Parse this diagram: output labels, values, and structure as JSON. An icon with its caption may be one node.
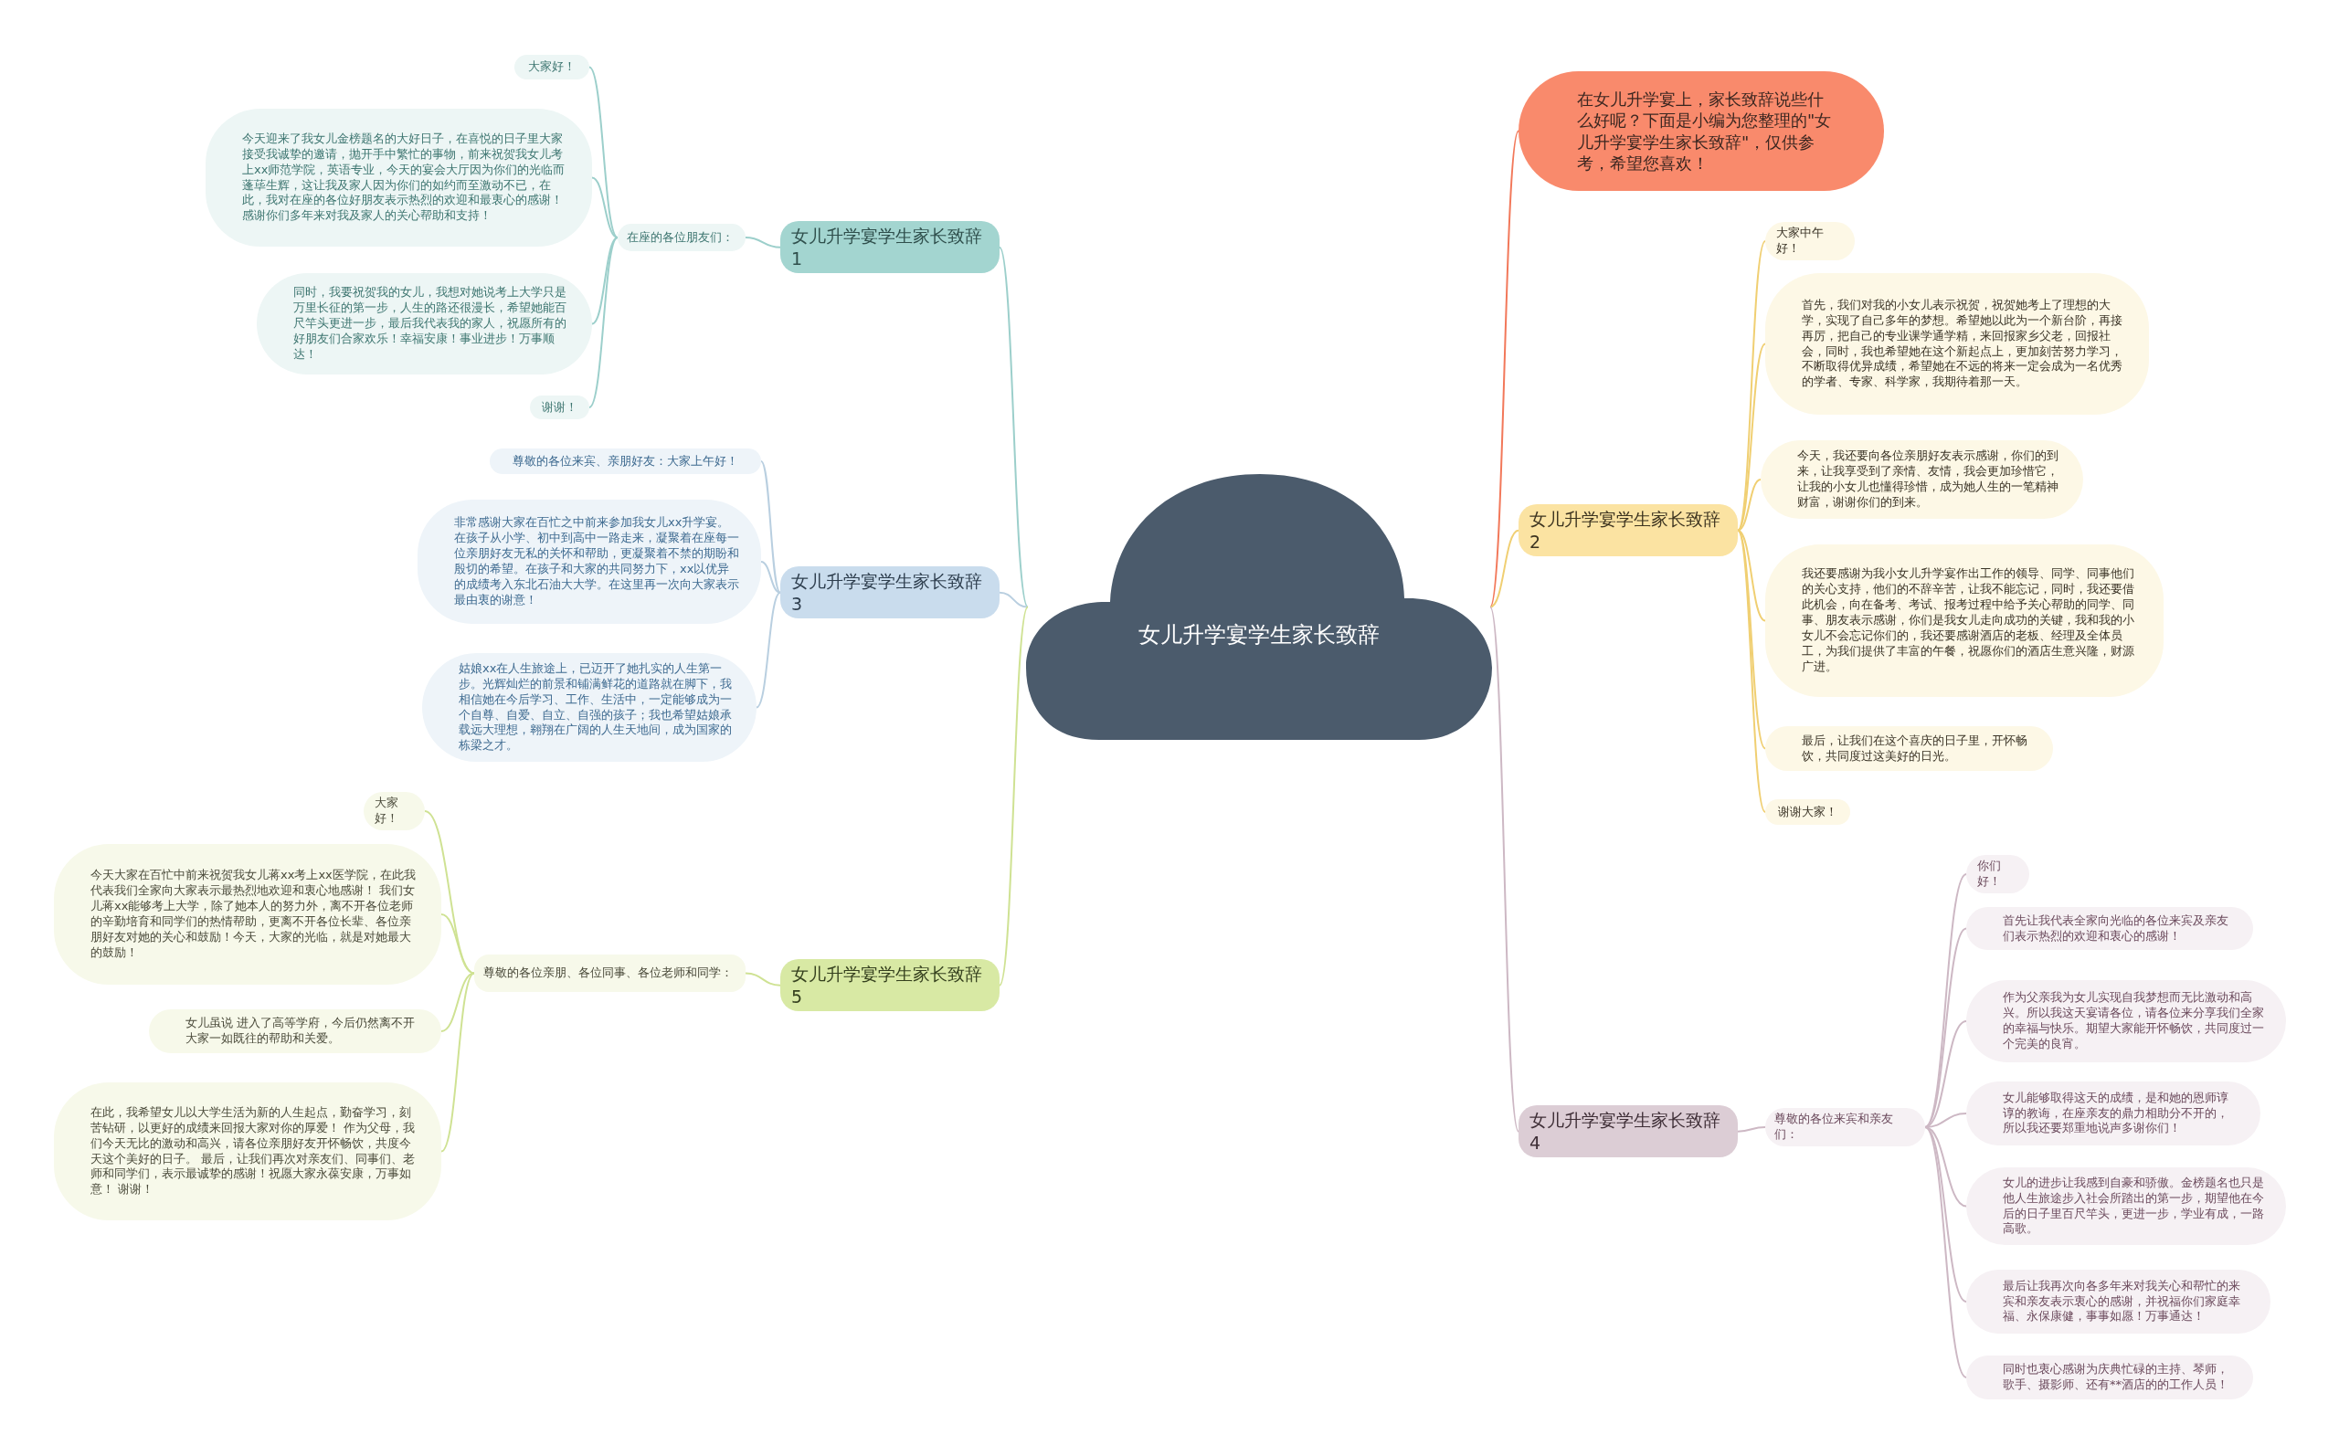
{
  "diagram": {
    "nodes": [
      {
        "text": [
          "女儿升学宴学生家长致辞"
        ]
      },
      {
        "text": [
          "在女儿升学宴上，家长致辞说些什么好呢？下面是小编为您整理的\"女儿升学宴学生家长致辞\"，仅供参考，希望您喜欢！"
        ]
      },
      {
        "text": [
          "女儿升学宴学生家长致辞1"
        ]
      },
      {
        "text": [
          "在座的各位朋友们："
        ]
      },
      {
        "text": [
          "大家好！"
        ]
      },
      {
        "text": [
          "今天迎来了我女儿金榜题名的大好日子，在喜悦的日子里大家接受我诚挚的邀请，抛开手中繁忙的事物，前来祝贺我女儿考上xx师范学院，英语专业，今天的宴会大厅因为你们的光临而蓬荜生辉，这让我及家人因为你们的如约而至激动不已，在此，我对在座的各位好朋友表示热烈的欢迎和最衷心的感谢！感谢你们多年来对我及家人的关心帮助和支持！"
        ]
      },
      {
        "text": [
          "同时，我要祝贺我的女儿，我想对她说考上大学只是万里长征的第一步，人生的路还很漫长，希望她能百尺竿头更进一步，最后我代表我的家人，祝愿所有的好朋友们合家欢乐！幸福安康！事业进步！万事顺达！"
        ]
      },
      {
        "text": [
          "谢谢！"
        ]
      },
      {
        "text": [
          "女儿升学宴学生家长致辞2"
        ]
      },
      {
        "text": [
          "大家中午好！"
        ]
      },
      {
        "text": [
          "首先，我们对我的小女儿表示祝贺，祝贺她考上了理想的大学，实现了自己多年的梦想。希望她以此为一个新台阶，再接再厉，把自己的专业课学通学精，来回报家乡父老，回报社会，同时，我也希望她在这个新起点上，更加刻苦努力学习，不断取得优异成绩，希望她在不远的将来一定会成为一名优秀的学者、专家、科学家，我期待着那一天。"
        ]
      },
      {
        "text": [
          "今天，我还要向各位亲朋好友表示感谢，你们的到来，让我享受到了亲情、友情，我会更加珍惜它，让我的小女儿也懂得珍惜，成为她人生的一笔精神财富，谢谢你们的到来。"
        ]
      },
      {
        "text": [
          "我还要感谢为我小女儿升学宴作出工作的领导、同学、同事他们的关心支持，他们的不辞辛苦，让我不能忘记，同时，我还要借此机会，向在备考、考试、报考过程中给予关心帮助的同学、同事、朋友表示感谢，你们是我女儿走向成功的关键，我和我的小女儿不会忘记你们的，我还要感谢酒店的老板、经理及全体员工，为我们提供了丰富的午餐，祝愿你们的酒店生意兴隆，财源广进。"
        ]
      },
      {
        "text": [
          "最后，让我们在这个喜庆的日子里，开怀畅饮，共同度过这美好的日光。"
        ]
      },
      {
        "text": [
          "谢谢大家！"
        ]
      },
      {
        "text": [
          "女儿升学宴学生家长致辞3"
        ]
      },
      {
        "text": [
          "尊敬的各位来宾、亲朋好友：大家上午好！"
        ]
      },
      {
        "text": [
          "非常感谢大家在百忙之中前来参加我女儿xx升学宴。在孩子从小学、初中到高中一路走来，凝聚着在座每一位亲朋好友无私的关怀和帮助，更凝聚着不禁的期盼和殷切的希望。在孩子和大家的共同努力下，xx以优异的成绩考入东北石油大大学。在这里再一次向大家表示最由衷的谢意！"
        ]
      },
      {
        "text": [
          "姑娘xx在人生旅途上，已迈开了她扎实的人生第一步。光辉灿烂的前景和铺满鲜花的道路就在脚下，我相信她在今后学习、工作、生活中，一定能够成为一个自尊、自爱、自立、自强的孩子；我也希望姑娘承载远大理想，翱翔在广阔的人生天地间，成为国家的栋梁之才。"
        ]
      },
      {
        "text": [
          "女儿升学宴学生家长致辞4"
        ]
      },
      {
        "text": [
          "尊敬的各位来宾和亲友们："
        ]
      },
      {
        "text": [
          "你们好！"
        ]
      },
      {
        "text": [
          "首先让我代表全家向光临的各位来宾及亲友们表示热烈的欢迎和衷心的感谢！"
        ]
      },
      {
        "text": [
          "作为父亲我为女儿实现自我梦想而无比激动和高兴。所以我这天宴请各位，请各位来分享我们全家的幸福与快乐。期望大家能开怀畅饮，共同度过一个完美的良宵。"
        ]
      },
      {
        "text": [
          "女儿能够取得这天的成绩，是和她的恩师谆谆的教诲，在座亲友的鼎力相助分不开的，所以我还要郑重地说声多谢你们！"
        ]
      },
      {
        "text": [
          "女儿的进步让我感到自豪和骄傲。金榜题名也只是他人生旅途步入社会所踏出的第一步，期望他在今后的日子里百尺竿头，更进一步，学业有成，一路高歌。"
        ]
      },
      {
        "text": [
          "最后让我再次向各多年来对我关心和帮忙的来宾和亲友表示衷心的感谢，并祝福你们家庭幸福、永保康健，事事如愿！万事通达！"
        ]
      },
      {
        "text": [
          "同时也衷心感谢为庆典忙碌的主持、琴师，歌手、摄影师、还有**酒店的的工作人员！"
        ]
      },
      {
        "text": [
          "女儿升学宴学生家长致辞5"
        ]
      },
      {
        "text": [
          "尊敬的各位亲朋、各位同事、各位老师和同学："
        ]
      },
      {
        "text": [
          "大家好！"
        ]
      },
      {
        "text": [
          "今天大家在百忙中前来祝贺我女儿蒋xx考上xx医学院，在此我代表我们全家向大家表示最热烈地欢迎和衷心地感谢！ 我们女儿蒋xx能够考上大学，除了她本人的努力外，离不开各位老师的辛勤培育和同学们的热情帮助，更离不开各位长辈、各位亲朋好友对她的关心和鼓励！今天，大家的光临，就是对她最大的鼓励！"
        ]
      },
      {
        "text": [
          "女儿虽说 进入了高等学府，今后仍然离不开大家一如既往的帮助和关爱。"
        ]
      },
      {
        "text": [
          "在此，我希望女儿以大学生活为新的人生起点，勤奋学习，刻苦钻研，以更好的成绩来回报大家对你的厚爱！ 作为父母，我们今天无比的激动和高兴，请各位亲朋好友开怀畅饮，共度今天这个美好的日子。 最后，让我们再次对亲友们、同事们、老师和同学们，表示最诚挚的感谢！祝愿大家永葆安康，万事如意！ 谢谢！"
        ]
      }
    ],
    "edges": [
      {
        "from": 0,
        "to": 1,
        "arrow": "none",
        "color": "#f2785a"
      },
      {
        "from": 0,
        "to": 2,
        "arrow": "none",
        "color": "#9ccfcb"
      },
      {
        "from": 2,
        "to": 3,
        "arrow": "none",
        "color": "#9ccfcb"
      },
      {
        "from": 3,
        "to": 4,
        "arrow": "none",
        "color": "#9ccfcb"
      },
      {
        "from": 3,
        "to": 5,
        "arrow": "none",
        "color": "#9ccfcb"
      },
      {
        "from": 3,
        "to": 6,
        "arrow": "none",
        "color": "#9ccfcb"
      },
      {
        "from": 3,
        "to": 7,
        "arrow": "none",
        "color": "#9ccfcb"
      },
      {
        "from": 0,
        "to": 8,
        "arrow": "none",
        "color": "#f0cf72"
      },
      {
        "from": 8,
        "to": 9,
        "arrow": "none",
        "color": "#f0cf72"
      },
      {
        "from": 8,
        "to": 10,
        "arrow": "none",
        "color": "#f0cf72"
      },
      {
        "from": 8,
        "to": 11,
        "arrow": "none",
        "color": "#f0cf72"
      },
      {
        "from": 8,
        "to": 12,
        "arrow": "none",
        "color": "#f0cf72"
      },
      {
        "from": 8,
        "to": 13,
        "arrow": "none",
        "color": "#f0cf72"
      },
      {
        "from": 8,
        "to": 14,
        "arrow": "none",
        "color": "#f0cf72"
      },
      {
        "from": 0,
        "to": 15,
        "arrow": "none",
        "color": "#b9cfe0"
      },
      {
        "from": 15,
        "to": 16,
        "arrow": "none",
        "color": "#b9cfe0"
      },
      {
        "from": 15,
        "to": 17,
        "arrow": "none",
        "color": "#b9cfe0"
      },
      {
        "from": 15,
        "to": 18,
        "arrow": "none",
        "color": "#b9cfe0"
      },
      {
        "from": 0,
        "to": 19,
        "arrow": "none",
        "color": "#cdb8c4"
      },
      {
        "from": 19,
        "to": 20,
        "arrow": "none",
        "color": "#cdb8c4"
      },
      {
        "from": 20,
        "to": 21,
        "arrow": "none",
        "color": "#cdb8c4"
      },
      {
        "from": 20,
        "to": 22,
        "arrow": "none",
        "color": "#cdb8c4"
      },
      {
        "from": 20,
        "to": 23,
        "arrow": "none",
        "color": "#cdb8c4"
      },
      {
        "from": 20,
        "to": 24,
        "arrow": "none",
        "color": "#cdb8c4"
      },
      {
        "from": 20,
        "to": 25,
        "arrow": "none",
        "color": "#cdb8c4"
      },
      {
        "from": 20,
        "to": 26,
        "arrow": "none",
        "color": "#cdb8c4"
      },
      {
        "from": 20,
        "to": 27,
        "arrow": "none",
        "color": "#cdb8c4"
      },
      {
        "from": 0,
        "to": 28,
        "arrow": "none",
        "color": "#cfe293"
      },
      {
        "from": 28,
        "to": 29,
        "arrow": "none",
        "color": "#cfe293"
      },
      {
        "from": 29,
        "to": 30,
        "arrow": "none",
        "color": "#cfe293"
      },
      {
        "from": 29,
        "to": 31,
        "arrow": "none",
        "color": "#cfe293"
      },
      {
        "from": 29,
        "to": 32,
        "arrow": "none",
        "color": "#cfe293"
      },
      {
        "from": 29,
        "to": 33,
        "arrow": "none",
        "color": "#cfe293"
      }
    ]
  }
}
